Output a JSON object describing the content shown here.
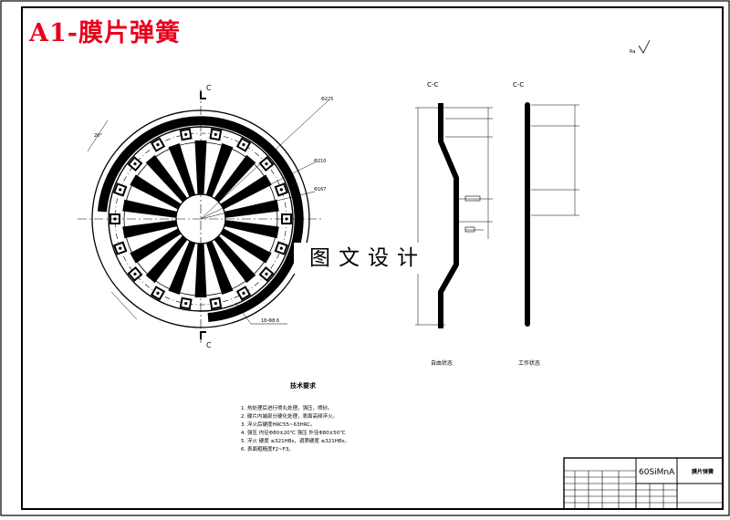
{
  "title": "A1-膜片弹簧",
  "watermark": "图文设计",
  "section_mark": "C",
  "view_label_left": "C-C",
  "view_label_right": "C-C",
  "roughness_mark": "Ra",
  "caption_left": "自由状态",
  "caption_right": "工作状态",
  "notes_title": "技术要求",
  "notes": [
    "1. 热处理后进行喷丸处理，强压，喷砂。",
    "2. 碟片内端部分硬化处理，表面高频淬火。",
    "3. 淬火后硬度HRC55~63HRC。",
    "4. 强压 内径Φ80±20℃ 强压 外径Φ80±50℃",
    "5. 淬火 硬度 ≤321HBs，调质硬度 ≤321HBs。",
    "6. 表面粗糙度F2~F3。"
  ],
  "material": "60SiMnA",
  "part_name": "膜片弹簧",
  "dimensions": {
    "outer_dia": "Φ225",
    "d1": "Φ210",
    "d2": "Φ167",
    "holes": "18-Φ8.6",
    "angle": "20°"
  },
  "icons": [
    "roughness-symbol-icon",
    "section-arrow-icon"
  ]
}
